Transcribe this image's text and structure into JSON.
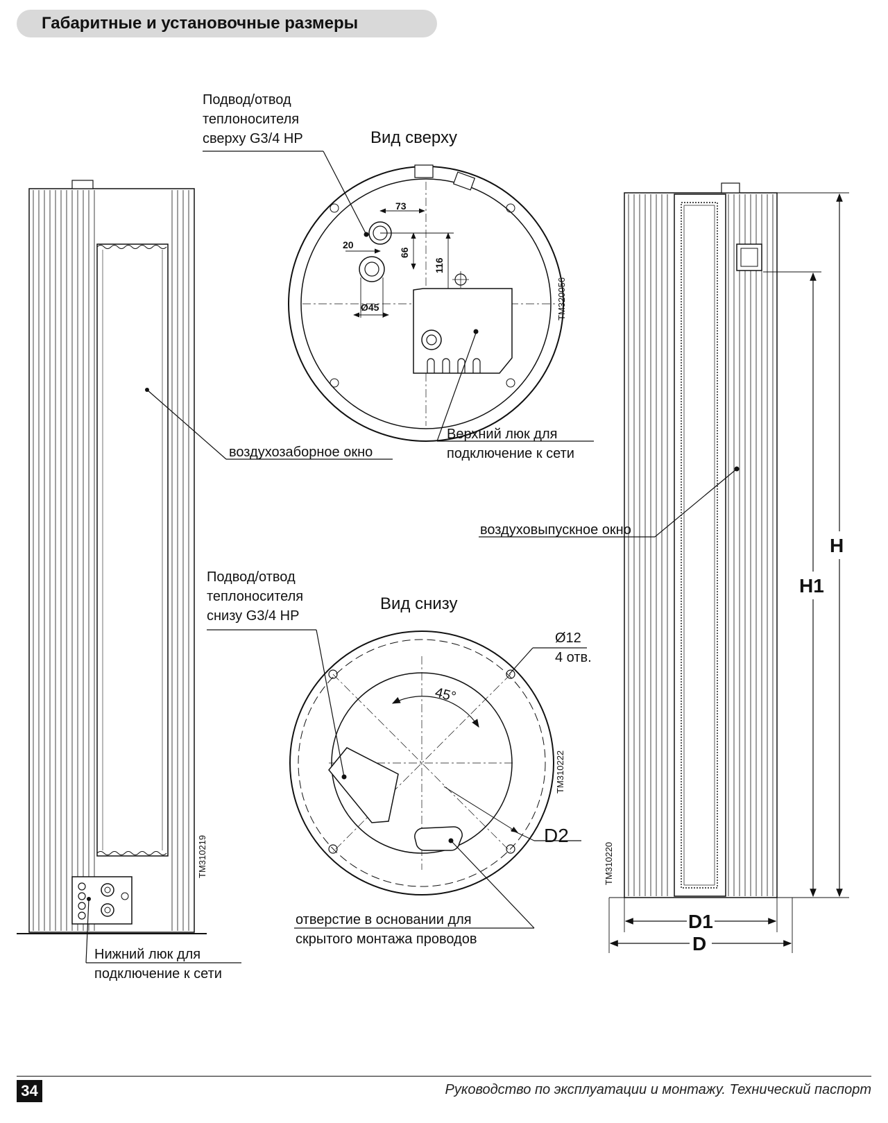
{
  "page_title": "Габаритные и установочные размеры",
  "labels": {
    "top_view": "Вид сверху",
    "bottom_view": "Вид снизу",
    "top_supply_l1": "Подвод/отвод",
    "top_supply_l2": "теплоносителя",
    "top_supply_l3": "сверху G3/4 HP",
    "bottom_supply_l1": "Подвод/отвод",
    "bottom_supply_l2": "теплоносителя",
    "bottom_supply_l3": "снизу G3/4 HP",
    "intake_window": "воздухозаборное окно",
    "outlet_window": "воздуховыпускное окно",
    "top_hatch_l1": "Верхний люк для",
    "top_hatch_l2": "подключение к сети",
    "bottom_hatch_l1": "Нижний люк для",
    "bottom_hatch_l2": "подключение к сети",
    "base_hole_l1": "отверстие в основании для",
    "base_hole_l2": "скрытого монтажа проводов",
    "holes_l1": "Ø12",
    "holes_l2": "4 отв."
  },
  "dimensions": {
    "d73": "73",
    "d20": "20",
    "d66": "66",
    "d116": "116",
    "d45": "Ø45",
    "angle": "45°",
    "H": "H",
    "H1": "H1",
    "D": "D",
    "D1": "D1",
    "D2": "D2"
  },
  "drawing_codes": {
    "top_view": "TM320056",
    "bottom_view": "TM310222",
    "left_unit": "TM310219",
    "right_unit": "TM310220"
  },
  "footer": {
    "page_number": "34",
    "manual_title": "Руководство по эксплуатации и монтажу. Технический паспорт"
  }
}
